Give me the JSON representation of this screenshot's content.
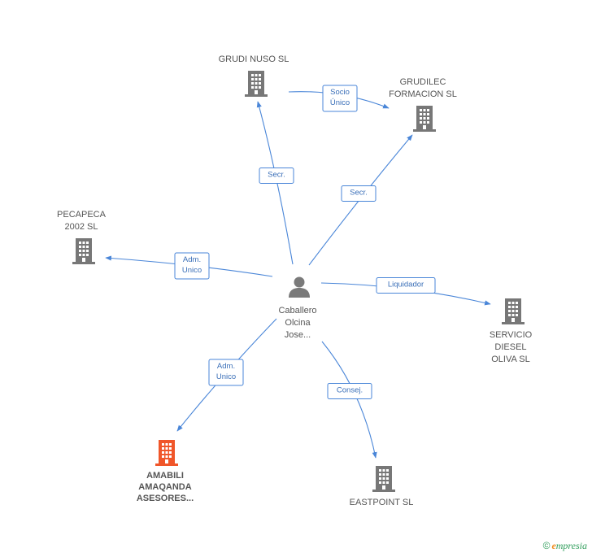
{
  "colors": {
    "edge": "#4a86d8",
    "building": "#777777",
    "building_highlight": "#f0562a",
    "person": "#7a7a7a",
    "label": "#555555"
  },
  "person": {
    "name_lines": [
      "Caballero",
      "Olcina",
      "Jose..."
    ],
    "icon": "person-icon"
  },
  "companies": [
    {
      "id": "grudi-nuso",
      "lines": [
        "GRUDI NUSO SL"
      ],
      "highlight": false
    },
    {
      "id": "grudilec",
      "lines": [
        "GRUDILEC",
        "FORMACION SL"
      ],
      "highlight": false
    },
    {
      "id": "pecapeca",
      "lines": [
        "PECAPECA",
        "2002 SL"
      ],
      "highlight": false
    },
    {
      "id": "servicio-diesel",
      "lines": [
        "SERVICIO",
        "DIESEL",
        "OLIVA SL"
      ],
      "highlight": false
    },
    {
      "id": "eastpoint",
      "lines": [
        "EASTPOINT SL"
      ],
      "highlight": false
    },
    {
      "id": "amabili",
      "lines": [
        "AMABILI",
        "AMAQANDA",
        "ASESORES..."
      ],
      "highlight": true
    }
  ],
  "edges": [
    {
      "from": "person",
      "to": "grudi-nuso",
      "label_lines": [
        "Secr."
      ]
    },
    {
      "from": "person",
      "to": "grudilec",
      "label_lines": [
        "Secr."
      ]
    },
    {
      "from": "grudi-nuso",
      "to": "grudilec",
      "label_lines": [
        "Socio",
        "Único"
      ]
    },
    {
      "from": "person",
      "to": "pecapeca",
      "label_lines": [
        "Adm.",
        "Unico"
      ]
    },
    {
      "from": "person",
      "to": "servicio-diesel",
      "label_lines": [
        "Liquidador"
      ]
    },
    {
      "from": "person",
      "to": "eastpoint",
      "label_lines": [
        "Consej."
      ]
    },
    {
      "from": "person",
      "to": "amabili",
      "label_lines": [
        "Adm.",
        "Unico"
      ]
    }
  ],
  "brand": {
    "copyright": "©",
    "name_initial": "e",
    "name_rest": "mpresia"
  }
}
